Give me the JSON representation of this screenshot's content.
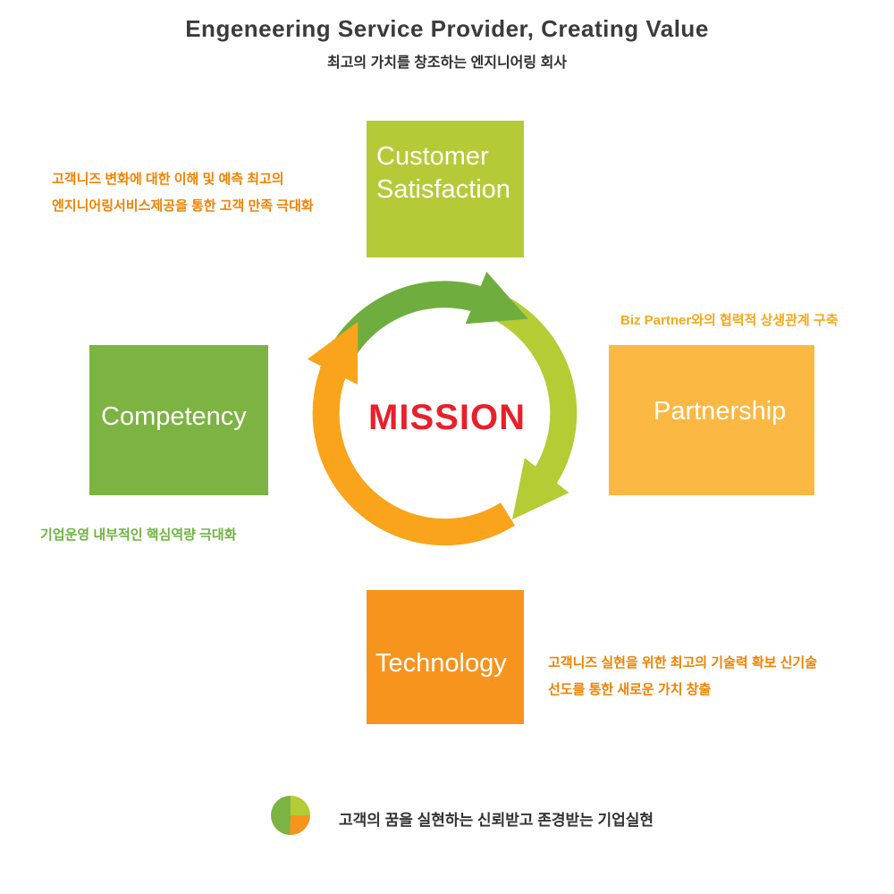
{
  "header": {
    "title": "Engeneering Service Provider, Creating Value",
    "subtitle": "최고의 가치를 창조하는 엔지니어링 회사"
  },
  "diagram": {
    "center_label": "MISSION",
    "center_color": "#e8202c",
    "blocks": {
      "top": {
        "label": "Customer Satisfaction",
        "lines": [
          "Customer",
          "Satisfaction"
        ],
        "color": "#b6ca38"
      },
      "right": {
        "label": "Partnership",
        "color": "#fbb843"
      },
      "bottom": {
        "label": "Technology",
        "color": "#f7941e"
      },
      "left": {
        "label": "Competency",
        "color": "#7cb342"
      }
    },
    "annotations": {
      "customer_satisfaction": {
        "lines": [
          "고객니즈 변화에 대한 이해 및 예측 최고의",
          "엔지니어링서비스제공을 통한 고객 만족 극대화"
        ],
        "color": "#ef8200"
      },
      "partnership": {
        "text": "Biz Partner와의 협력적 상생관계 구축",
        "color": "#f5a81c"
      },
      "competency": {
        "text": "기업운영 내부적인 핵심역량 극대화",
        "color": "#6db33f"
      },
      "technology": {
        "lines": [
          "고객니즈 실현을 위한 최고의 기술력 확보 신기술",
          "선도를 통한 새로운 가치 창출"
        ],
        "color": "#ef8200"
      }
    },
    "cycle_arrows": {
      "green": "#6fae3e",
      "lime": "#b5cc34",
      "orange": "#f9a41b"
    }
  },
  "footer": {
    "message": "고객의 꿈을 실현하는 신뢰받고 존경받는 기업실현",
    "icon_colors": {
      "lime": "#b5cc34",
      "orange": "#f7941e",
      "green": "#7cb342"
    }
  }
}
